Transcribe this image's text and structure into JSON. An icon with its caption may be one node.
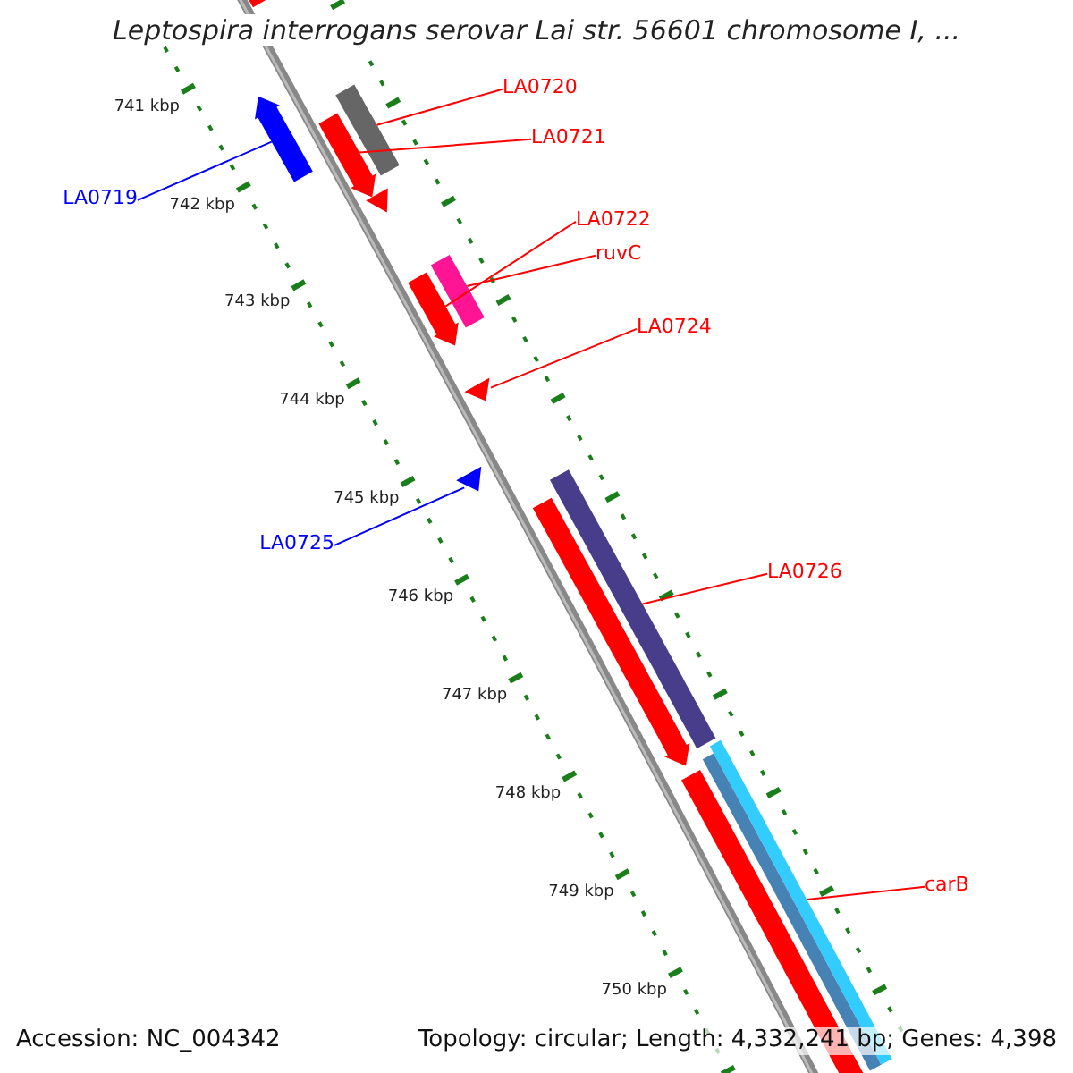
{
  "diagram": {
    "title": "Leptospira interrogans serovar Lai str. 56601 chromosome I, ...",
    "nodes": [
      {
        "text": [
          "LA0720"
        ]
      },
      {
        "text": [
          "LA0721"
        ]
      },
      {
        "text": [
          "LA0719"
        ]
      },
      {
        "text": [
          "LA0722"
        ]
      },
      {
        "text": [
          "ruvC"
        ]
      },
      {
        "text": [
          "LA0724"
        ]
      },
      {
        "text": [
          "LA0725"
        ]
      },
      {
        "text": [
          "LA0726"
        ]
      },
      {
        "text": [
          "carB"
        ]
      },
      {
        "text": [],
        "shape": "arrow"
      },
      {
        "text": [],
        "shape": "arrow"
      },
      {
        "text": [],
        "shape": "bar"
      },
      {
        "text": [],
        "shape": "arrow"
      },
      {
        "text": [],
        "shape": "bar"
      },
      {
        "text": [],
        "shape": "triangle"
      },
      {
        "text": [],
        "shape": "triangle"
      },
      {
        "text": [],
        "shape": "bar"
      },
      {
        "text": [],
        "shape": "bar"
      },
      {
        "text": [],
        "shape": "bar"
      },
      {
        "text": [],
        "shape": "triangle"
      },
      {
        "text": [],
        "shape": "arrow"
      },
      {
        "text": [],
        "shape": "bar"
      },
      {
        "text": [],
        "shape": "bar"
      }
    ],
    "edges": [
      {
        "from": 0,
        "to": 11,
        "arrow": "none"
      },
      {
        "from": 1,
        "to": 10,
        "arrow": "none"
      },
      {
        "from": 2,
        "to": 9,
        "arrow": "none",
        "color": "#0000ff"
      },
      {
        "from": 3,
        "to": 12,
        "arrow": "none"
      },
      {
        "from": 4,
        "to": 13,
        "arrow": "none"
      },
      {
        "from": 5,
        "to": 14,
        "arrow": "none"
      },
      {
        "from": 6,
        "to": 15,
        "arrow": "none",
        "color": "#0000ff"
      },
      {
        "from": 7,
        "to": 16,
        "arrow": "none"
      },
      {
        "from": 8,
        "to": 17,
        "arrow": "none"
      }
    ],
    "labels": [
      "741 kbp",
      "742 kbp",
      "743 kbp",
      "744 kbp",
      "745 kbp",
      "746 kbp",
      "747 kbp",
      "748 kbp",
      "749 kbp",
      "750 kbp",
      "Accession: NC_004342",
      "Topology: circular; Length: 4,332,241 bp; Genes: 4,398"
    ]
  }
}
